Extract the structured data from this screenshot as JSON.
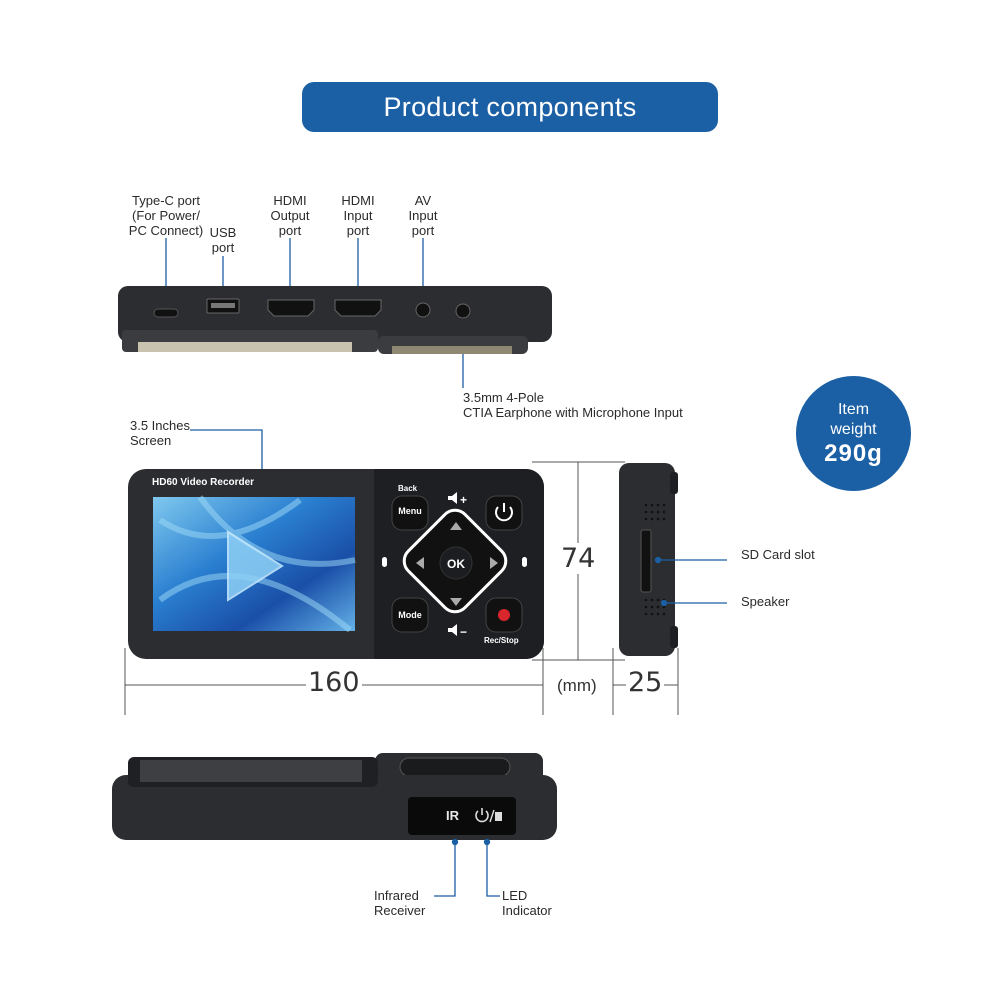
{
  "title": "Product components",
  "top_view": {
    "labels": {
      "typec": "Type-C port\n(For Power/\nPC Connect)",
      "usb": "USB\nport",
      "hdmi_out": "HDMI\nOutput\nport",
      "hdmi_in": "HDMI\nInput\nport",
      "av": "AV\nInput\nport",
      "earphone": "3.5mm 4-Pole\nCTIA Earphone with Microphone Input"
    }
  },
  "front_view": {
    "screen_label": "3.5 Inches\nScreen",
    "device_name": "HD60 Video Recorder",
    "buttons": {
      "back": "Back",
      "menu": "Menu",
      "ok": "OK",
      "mode": "Mode",
      "rec_stop": "Rec/Stop"
    }
  },
  "side_view": {
    "sd_label": "SD Card slot",
    "speaker_label": "Speaker"
  },
  "dimensions": {
    "width": "160",
    "height": "74",
    "depth": "25",
    "unit": "(mm)"
  },
  "weight": {
    "label": "Item\nweight",
    "value": "290g"
  },
  "bottom_view": {
    "ir_text": "IR",
    "ir_label": "Infrared\nReceiver",
    "led_label": "LED\nIndicator"
  },
  "colors": {
    "accent": "#1b5fa4",
    "device_body": "#2b2d30",
    "screen_blue": "#2a7fd0"
  }
}
